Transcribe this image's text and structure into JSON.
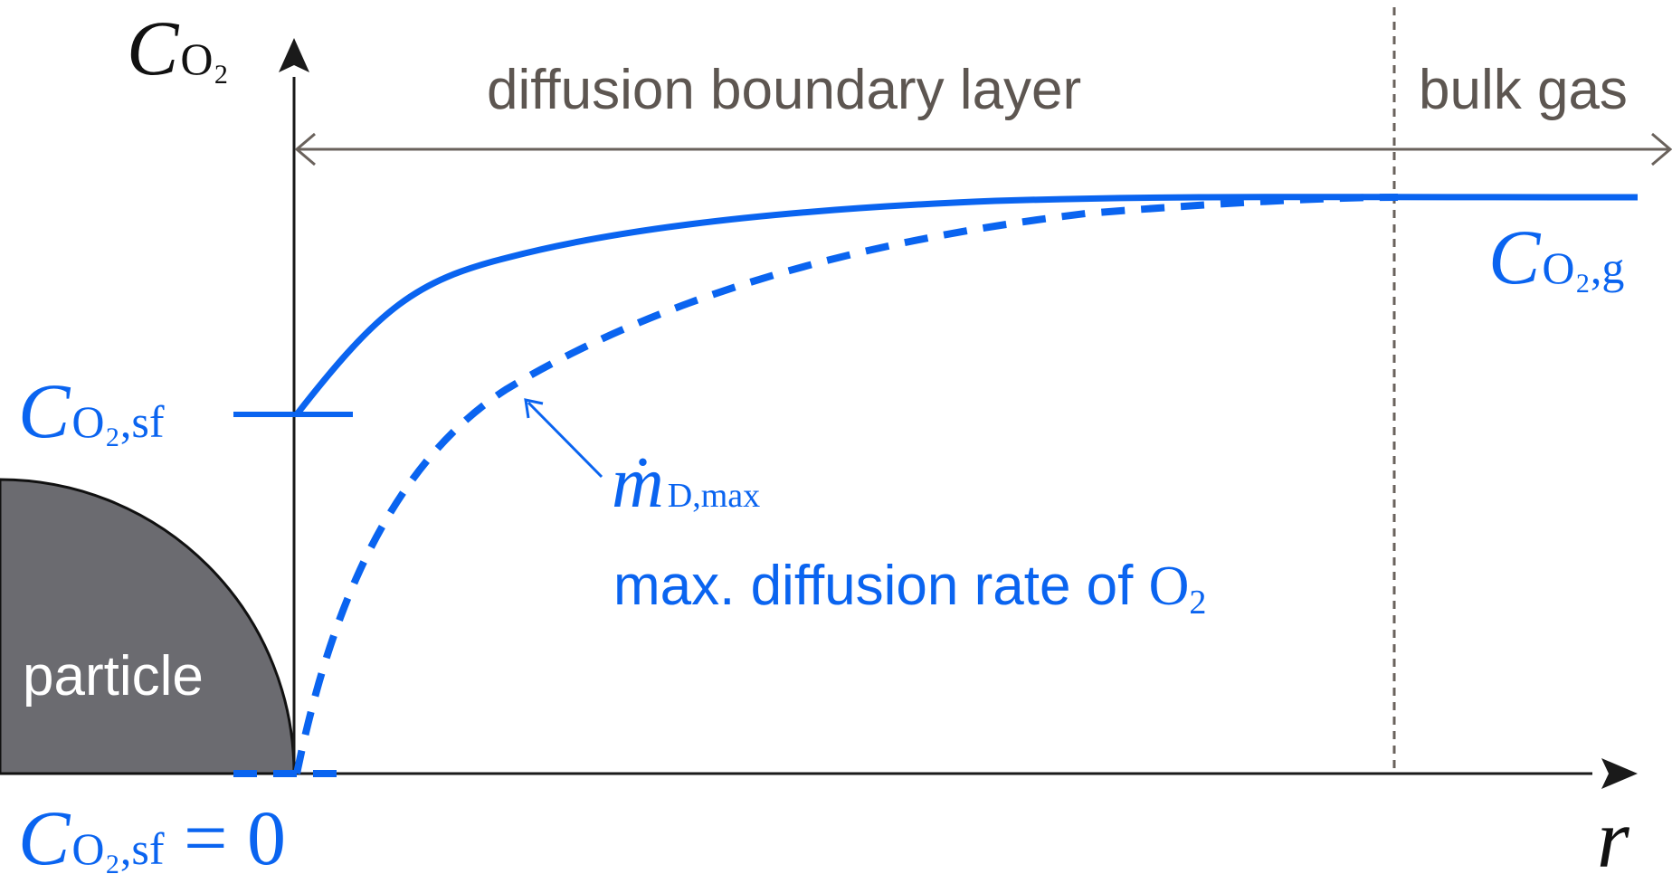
{
  "colors": {
    "blue": "#0a64f0",
    "gray_text": "#5d5651",
    "particle_fill": "#6b6b70",
    "axis": "#1a1a1a",
    "boundary_line": "#6a625c"
  },
  "labels": {
    "y_axis": {
      "main": "C",
      "sub": "O₂"
    },
    "x_axis": "r",
    "region_boundary_layer": "diffusion boundary layer",
    "region_bulk": "bulk gas",
    "conc_gas": {
      "main": "C",
      "sub": "O₂,g"
    },
    "conc_surface": {
      "main": "C",
      "sub": "O₂,sf"
    },
    "conc_surface_zero": {
      "main": "C",
      "sub": "O₂,sf",
      "rest": " = 0"
    },
    "mdot": {
      "main": "ṁ",
      "sub": "D,max"
    },
    "max_rate_text": "max. diffusion rate of ",
    "max_rate_o2": {
      "main": "O",
      "sub": "2"
    },
    "particle": "particle"
  },
  "curves": {
    "actual_profile": {
      "style": "solid",
      "surface_level": "C_O2,sf",
      "far_level": "C_O2,g"
    },
    "max_diffusion_profile": {
      "style": "dashed",
      "surface_level": "0",
      "far_level": "C_O2,g"
    }
  }
}
